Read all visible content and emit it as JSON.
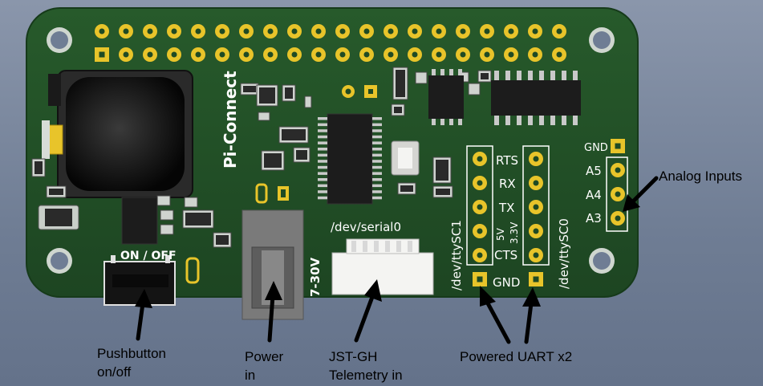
{
  "board": {
    "name": "Pi-Connect",
    "switch_label": "ON / OFF",
    "voltage_label": "7-30V",
    "serial_label": "/dev/serial0",
    "uart1_label": "/dev/ttySC1",
    "uart0_label": "/dev/ttySC0",
    "pin_labels": [
      "RTS",
      "RX",
      "TX",
      "CTS",
      "GND"
    ],
    "volt_5v": "5V",
    "volt_33v": "3.3V",
    "analog_pins": [
      "GND",
      "A5",
      "A4",
      "A3"
    ]
  },
  "callouts": {
    "pushbutton_line1": "Pushbutton",
    "pushbutton_line2": "on/off",
    "power_line1": "Power",
    "power_line2": "in",
    "jst_line1": "JST-GH",
    "jst_line2": "Telemetry in",
    "uart": "Powered UART x2",
    "analog": "Analog Inputs"
  },
  "colors": {
    "background": "#6f7d94",
    "pcb": "#1f4a24",
    "silkscreen": "#ffffff",
    "gold": "#e8c42a",
    "chip": "#1c1c1c"
  }
}
